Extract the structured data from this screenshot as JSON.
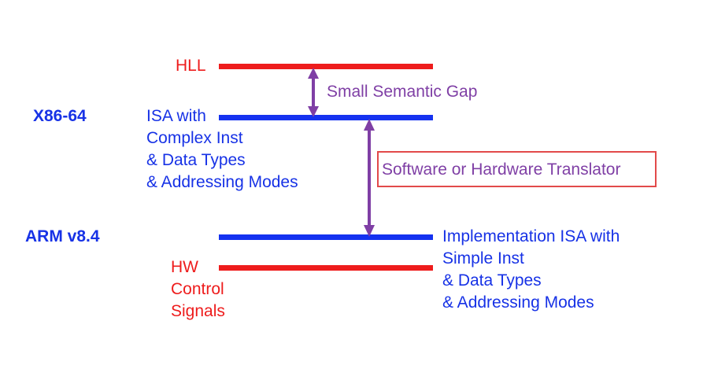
{
  "levels": {
    "hll": {
      "label": "HLL"
    },
    "x86": {
      "arch": "X86-64",
      "lines": [
        "ISA with",
        "Complex Inst",
        "& Data Types",
        "& Addressing Modes"
      ]
    },
    "arm": {
      "arch": "ARM v8.4",
      "lines": [
        "Implementation ISA with",
        "Simple Inst",
        "& Data Types",
        "& Addressing Modes"
      ]
    },
    "hw": {
      "lines": [
        "HW",
        "Control",
        "Signals"
      ]
    }
  },
  "gaps": {
    "small": "Small Semantic Gap",
    "translator": "Software or Hardware Translator"
  },
  "colors": {
    "red": "#ee1c1c",
    "blue": "#1532f0",
    "purple": "#7f3fa5",
    "box_border": "#e24a4a"
  }
}
